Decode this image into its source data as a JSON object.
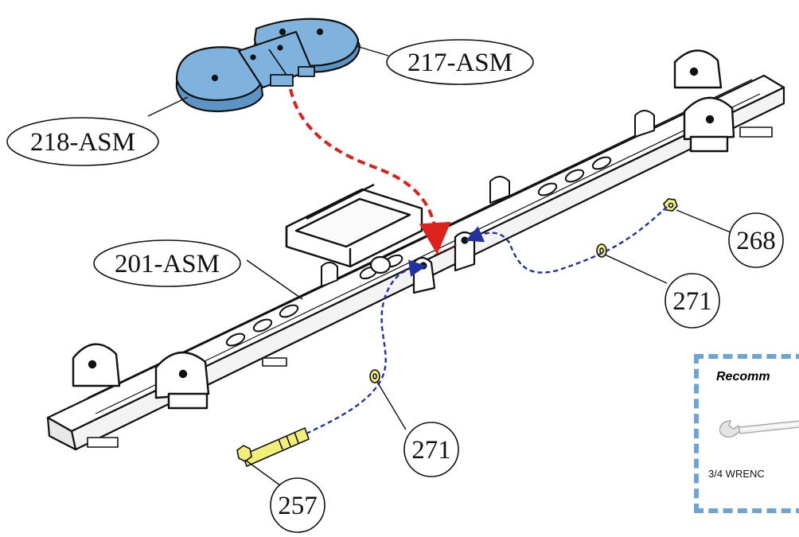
{
  "callouts": {
    "pad_right": "217-ASM",
    "pad_left": "218-ASM",
    "frame": "201-ASM",
    "nut": "268",
    "washer_upper": "271",
    "washer_lower": "271",
    "bolt": "257"
  },
  "tools": {
    "title": "Recomm",
    "tool_1": "3/4 WRENC"
  },
  "colors": {
    "pad_fill": "#7fb2dc",
    "install_arrow": "#d9231c",
    "fastener_path": "#2233a0",
    "hardware": "#f2ee7a",
    "panel_border": "#6ea3d4"
  }
}
